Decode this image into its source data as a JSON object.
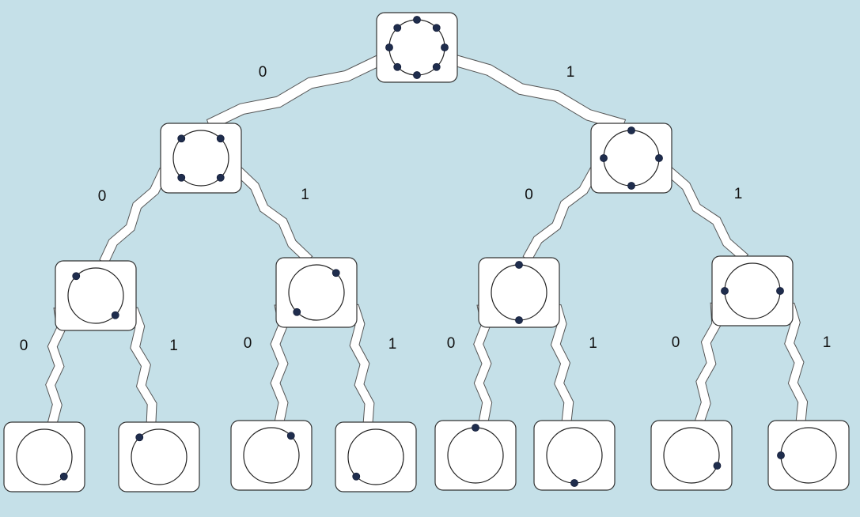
{
  "colors": {
    "background": "#c5e0e8",
    "box_fill": "#ffffff",
    "box_stroke": "#333333",
    "point_fill": "#1f2d4d",
    "edge_stroke": "#555555"
  },
  "nodes": [
    {
      "id": "root",
      "points": 8,
      "point_angles": [
        -90,
        -45,
        0,
        45,
        90,
        135,
        180,
        225
      ]
    },
    {
      "id": "0",
      "points": 4,
      "point_angles": [
        -135,
        -45,
        45,
        135
      ]
    },
    {
      "id": "1",
      "points": 4,
      "point_angles": [
        -90,
        0,
        90,
        180
      ]
    },
    {
      "id": "00",
      "points": 2,
      "point_angles": [
        -135,
        45
      ]
    },
    {
      "id": "01",
      "points": 2,
      "point_angles": [
        -45,
        135
      ]
    },
    {
      "id": "10",
      "points": 2,
      "point_angles": [
        -90,
        90
      ]
    },
    {
      "id": "11",
      "points": 2,
      "point_angles": [
        0,
        180
      ]
    },
    {
      "id": "000",
      "points": 1,
      "point_angles": [
        45
      ]
    },
    {
      "id": "001",
      "points": 1,
      "point_angles": [
        -135
      ]
    },
    {
      "id": "010",
      "points": 1,
      "point_angles": [
        -45
      ]
    },
    {
      "id": "011",
      "points": 1,
      "point_angles": [
        135
      ]
    },
    {
      "id": "100",
      "points": 1,
      "point_angles": [
        -90
      ]
    },
    {
      "id": "101",
      "points": 1,
      "point_angles": [
        90
      ]
    },
    {
      "id": "110",
      "points": 1,
      "point_angles": [
        22
      ]
    },
    {
      "id": "111",
      "points": 1,
      "point_angles": [
        180
      ]
    }
  ],
  "edges": [
    {
      "from": "root",
      "to": "0",
      "label": "0"
    },
    {
      "from": "root",
      "to": "1",
      "label": "1"
    },
    {
      "from": "0",
      "to": "00",
      "label": "0"
    },
    {
      "from": "0",
      "to": "01",
      "label": "1"
    },
    {
      "from": "1",
      "to": "10",
      "label": "0"
    },
    {
      "from": "1",
      "to": "11",
      "label": "1"
    },
    {
      "from": "00",
      "to": "000",
      "label": "0"
    },
    {
      "from": "00",
      "to": "001",
      "label": "1"
    },
    {
      "from": "01",
      "to": "010",
      "label": "0"
    },
    {
      "from": "01",
      "to": "011",
      "label": "1"
    },
    {
      "from": "10",
      "to": "100",
      "label": "0"
    },
    {
      "from": "10",
      "to": "101",
      "label": "1"
    },
    {
      "from": "11",
      "to": "110",
      "label": "0"
    },
    {
      "from": "11",
      "to": "111",
      "label": "1"
    }
  ]
}
